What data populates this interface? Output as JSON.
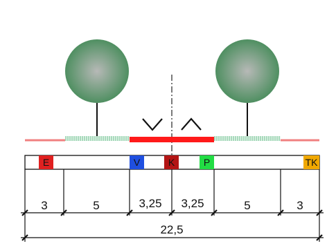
{
  "colors": {
    "tree_canopy": "#4f8f61",
    "tree_canopy_center": "#aeb6b0",
    "sidewalk_edge": "#f08080",
    "green_strip": "#7cc79a",
    "road_red": "#ff1a1a",
    "zone_E": "#e02020",
    "zone_V": "#1f4fe0",
    "zone_K": "#b31515",
    "zone_P": "#22dd44",
    "zone_TK": "#f0a800"
  },
  "zones": [
    {
      "code": "E"
    },
    {
      "code": "V"
    },
    {
      "code": "K"
    },
    {
      "code": "P"
    },
    {
      "code": "TK"
    }
  ],
  "dimensions": {
    "segments": [
      "3",
      "5",
      "3,25",
      "3,25",
      "5",
      "3"
    ],
    "total": "22,5"
  }
}
